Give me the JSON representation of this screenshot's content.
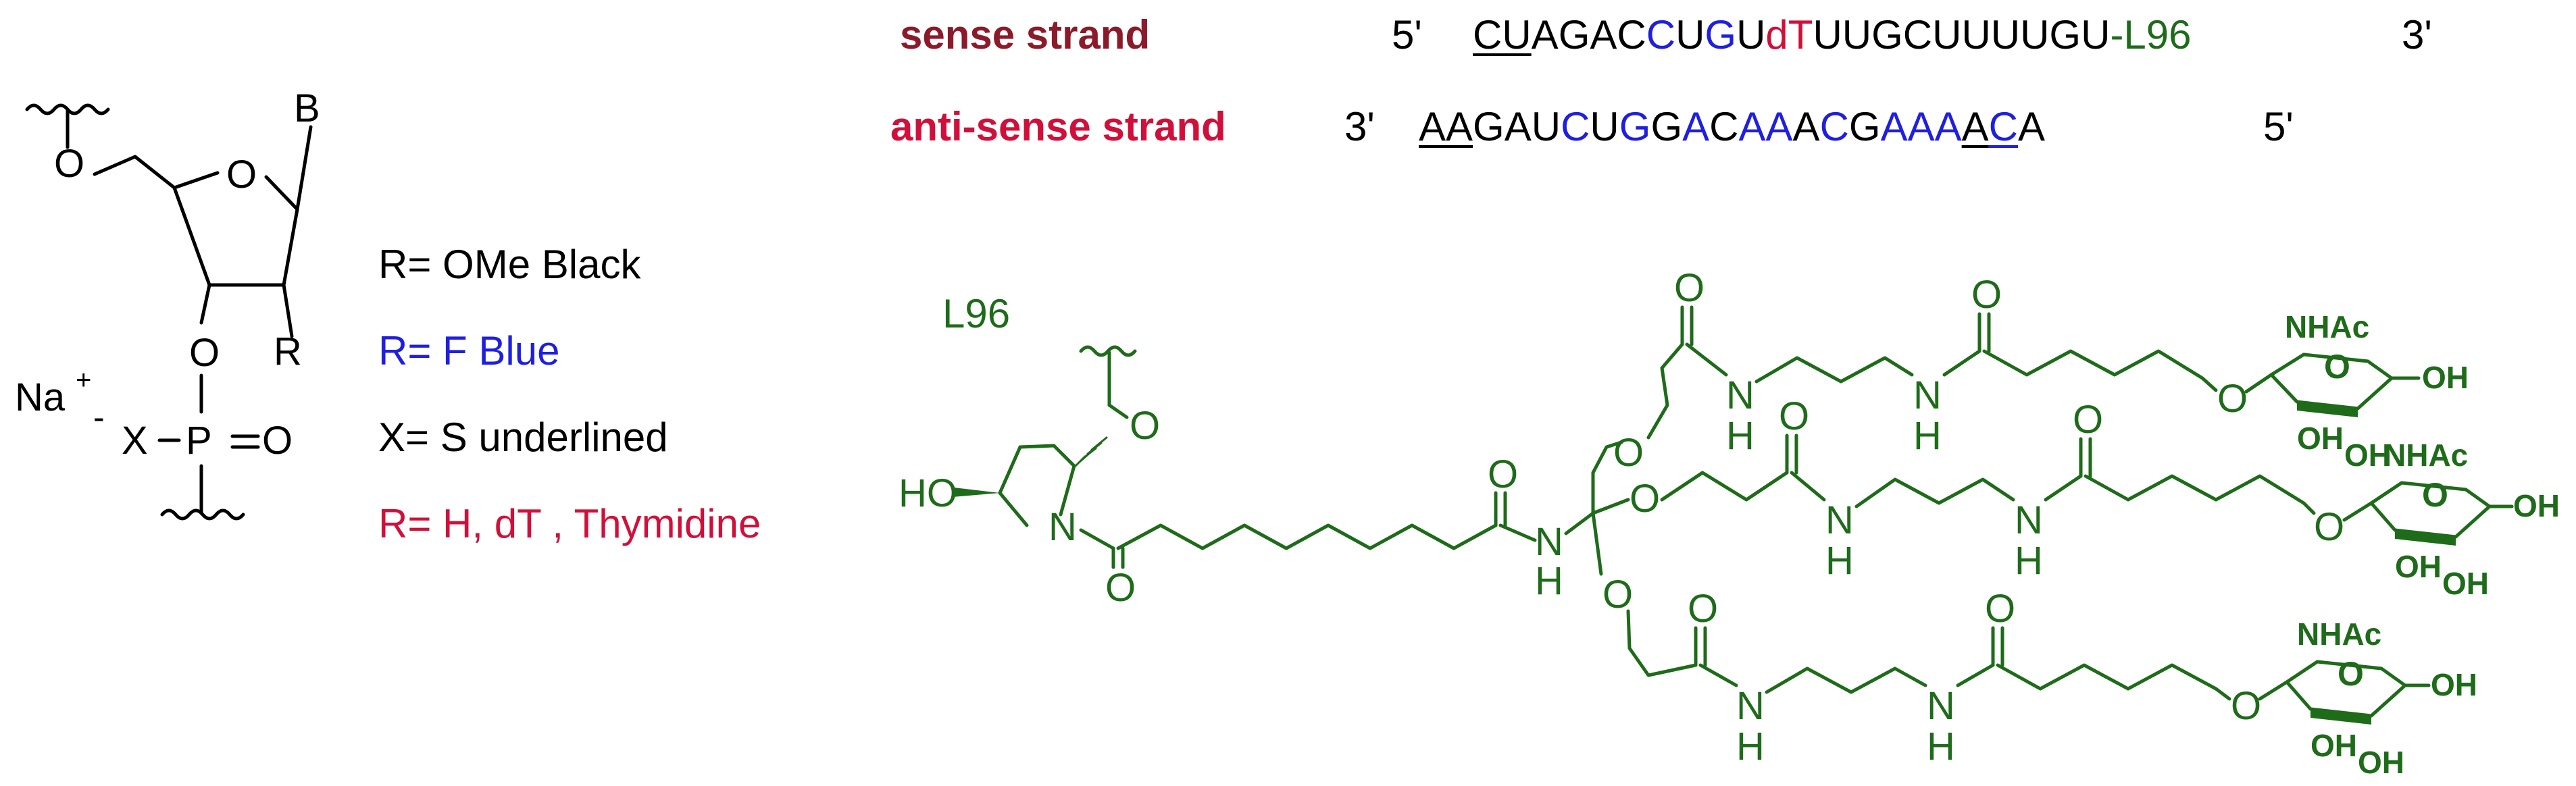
{
  "colors": {
    "black": "#000000",
    "blue": "#1f1fe0",
    "red": "#d0103a",
    "dark_red": "#8b1a2b",
    "green": "#1e6b1a"
  },
  "sense": {
    "label": "sense strand",
    "end5": "5'",
    "end3": "3'",
    "linker": "-L96",
    "segments": [
      {
        "t": "CU",
        "c": "black",
        "u": true
      },
      {
        "t": "AGAC",
        "c": "black",
        "u": false
      },
      {
        "t": "C",
        "c": "blue",
        "u": false
      },
      {
        "t": "U",
        "c": "black",
        "u": false
      },
      {
        "t": "G",
        "c": "blue",
        "u": false
      },
      {
        "t": "U",
        "c": "black",
        "u": false
      },
      {
        "t": "dT",
        "c": "red",
        "u": false
      },
      {
        "t": "UUGCUUUUGU",
        "c": "black",
        "u": false
      }
    ]
  },
  "antisense": {
    "label": "anti-sense strand",
    "end3": "3'",
    "end5": "5'",
    "segments": [
      {
        "t": "AA",
        "c": "black",
        "u": true
      },
      {
        "t": "GAU",
        "c": "black",
        "u": false
      },
      {
        "t": "C",
        "c": "blue",
        "u": false
      },
      {
        "t": "U",
        "c": "black",
        "u": false
      },
      {
        "t": "G",
        "c": "blue",
        "u": false
      },
      {
        "t": "G",
        "c": "black",
        "u": false
      },
      {
        "t": "A",
        "c": "blue",
        "u": false
      },
      {
        "t": "C",
        "c": "black",
        "u": false
      },
      {
        "t": "AA",
        "c": "blue",
        "u": false
      },
      {
        "t": "A",
        "c": "black",
        "u": false
      },
      {
        "t": "C",
        "c": "blue",
        "u": false
      },
      {
        "t": "G",
        "c": "black",
        "u": false
      },
      {
        "t": "AAA",
        "c": "blue",
        "u": false
      },
      {
        "t": "A",
        "c": "black",
        "u": true
      },
      {
        "t": "C",
        "c": "blue",
        "u": true
      },
      {
        "t": "A",
        "c": "black",
        "u": false
      }
    ]
  },
  "legend": [
    {
      "text": "R= OMe   Black",
      "c": "black"
    },
    {
      "text": "R= F   Blue",
      "c": "blue"
    },
    {
      "text": "X= S   underlined",
      "c": "black"
    },
    {
      "text": "R= H, dT , Thymidine",
      "c": "red"
    }
  ],
  "nucleotide": {
    "B": "B",
    "O_top": "O",
    "O_ring": "O",
    "O_3": "O",
    "R": "R",
    "P": "P",
    "X": "X",
    "O_eq": "O",
    "Na": "Na",
    "plus": "+",
    "minus": "-"
  },
  "ligand": {
    "title": "L96",
    "HO": "HO",
    "N": "N",
    "O": "O",
    "H": "H",
    "NHAc": "NHAc",
    "OH": "OH"
  }
}
